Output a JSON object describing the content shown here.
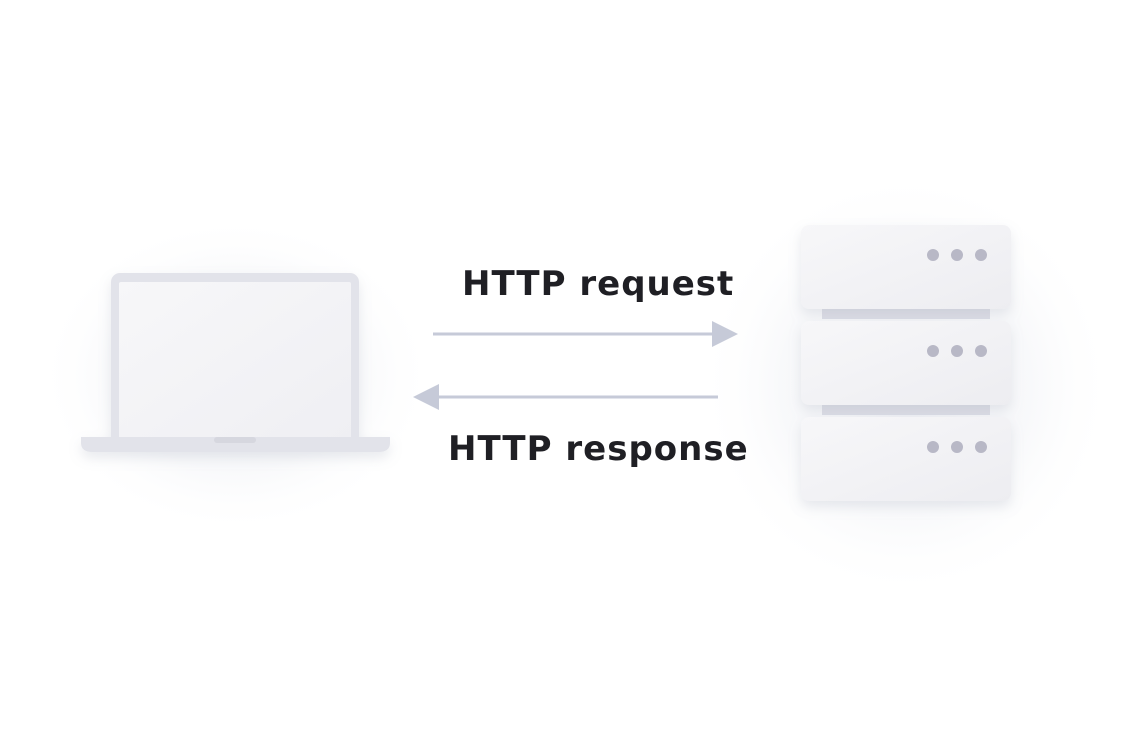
{
  "diagram": {
    "client": {
      "icon": "laptop-icon"
    },
    "server": {
      "icon": "server-rack-icon",
      "unit_count": 3,
      "indicator_dots_per_unit": 3
    },
    "request": {
      "label": "HTTP request",
      "direction": "client-to-server"
    },
    "response": {
      "label": "HTTP response",
      "direction": "server-to-client"
    }
  },
  "colors": {
    "device_frame": "#e2e3ea",
    "device_surface": "#f3f3f6",
    "arrow": "#c6cad8",
    "indicator_dot": "#b8b8c6",
    "label_text": "#1f1f24"
  }
}
